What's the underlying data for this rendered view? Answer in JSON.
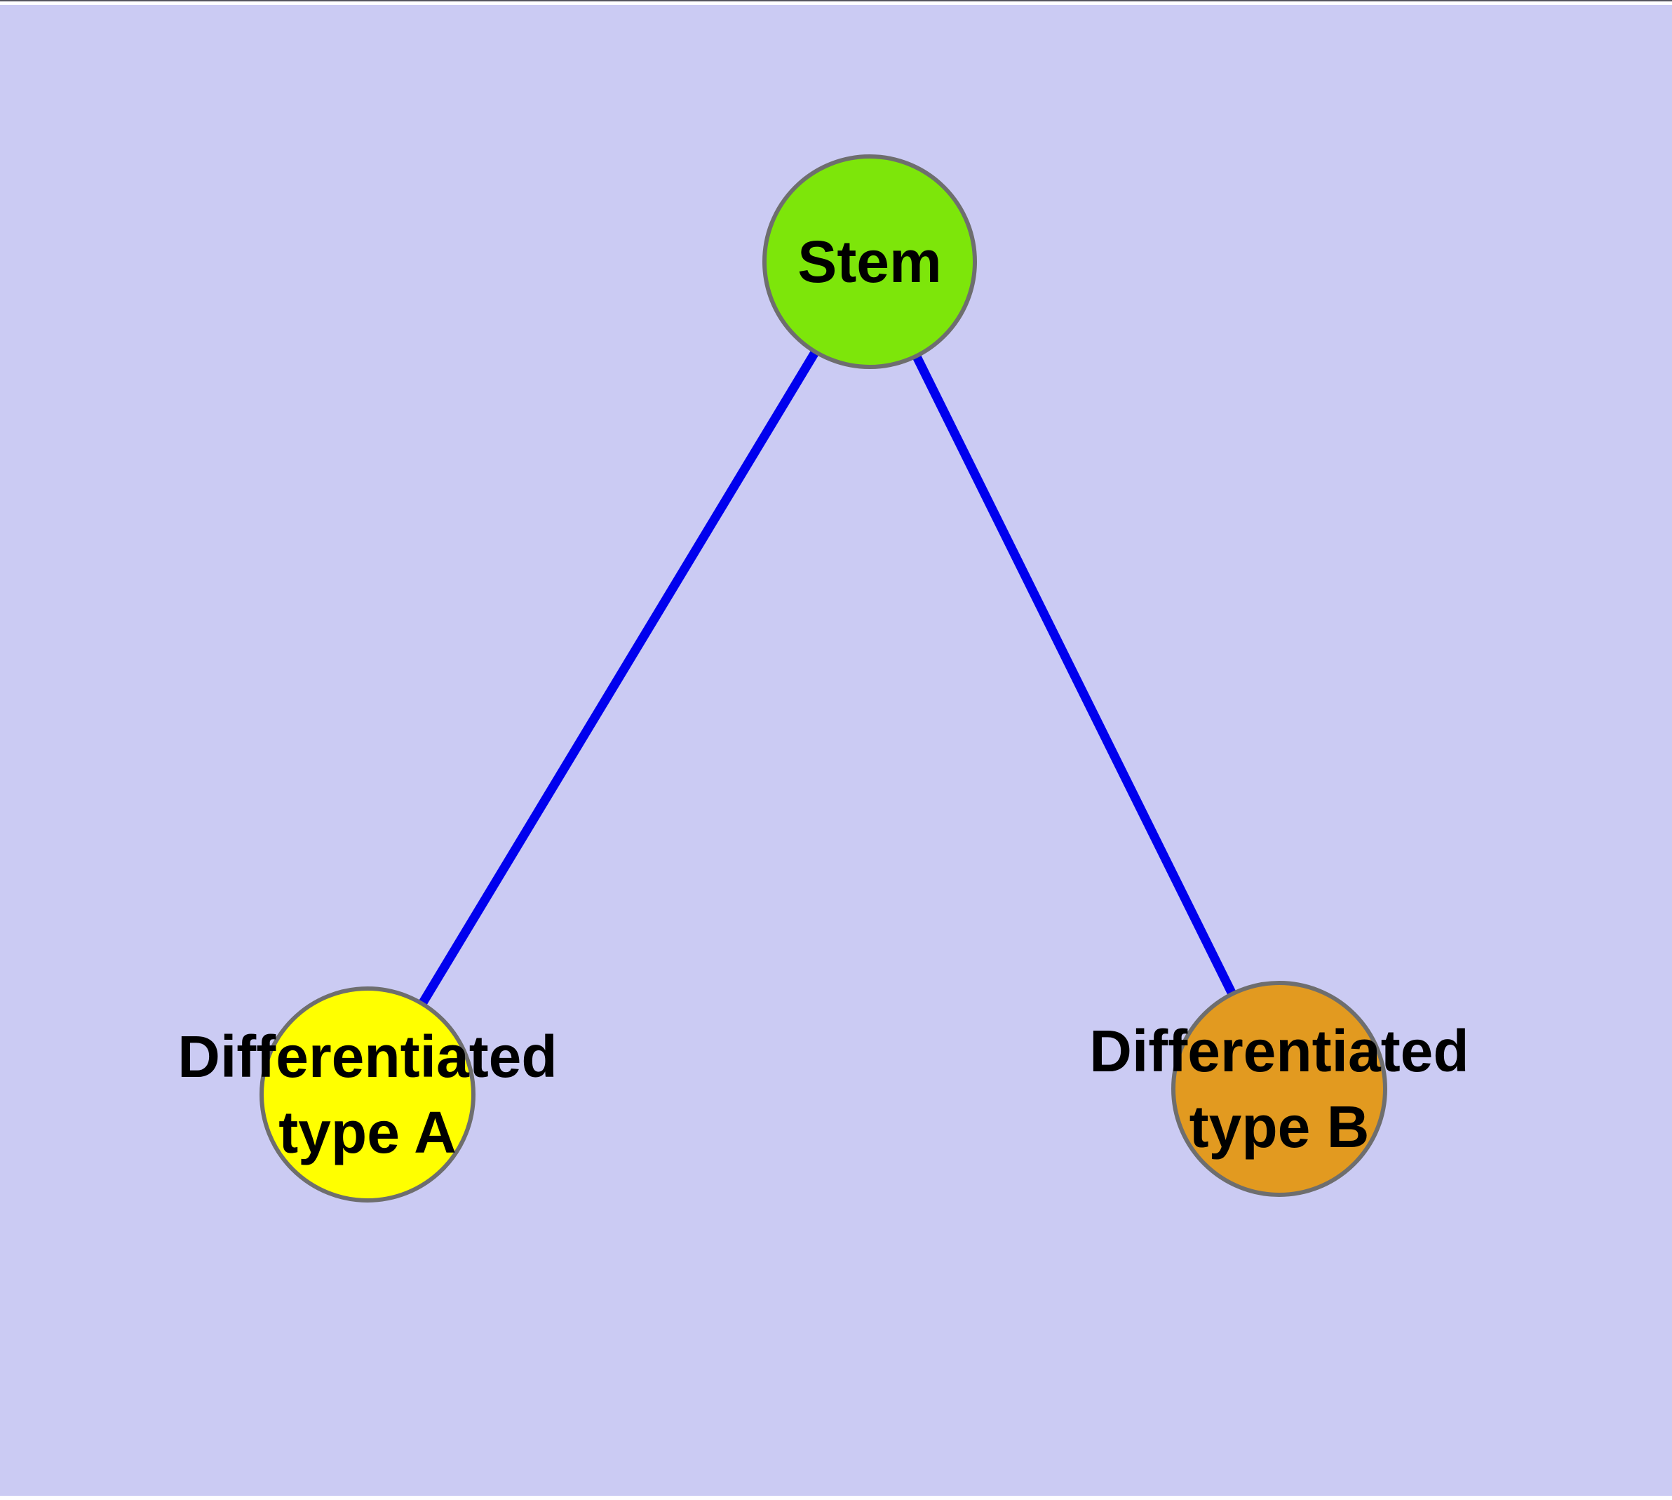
{
  "colors": {
    "page_background": "#FFFFFF",
    "canvas_background": "#CBCBF3",
    "top_border_line": "#55555D",
    "edge": "#0000EE",
    "node_border": "#6E6E6E",
    "label_text": "#000000"
  },
  "diagram": {
    "type": "graph",
    "nodes": [
      {
        "id": "stem",
        "label": "Stem",
        "label_lines": [
          "Stem"
        ],
        "fill": "#7DE60A"
      },
      {
        "id": "differentiated-type-a",
        "label": "Differentiated type A",
        "label_lines": [
          "Differentiated",
          "type A"
        ],
        "fill": "#FFFF00"
      },
      {
        "id": "differentiated-type-b",
        "label": "Differentiated type B",
        "label_lines": [
          "Differentiated",
          "type B"
        ],
        "fill": "#E29A20"
      }
    ],
    "edges": [
      {
        "from": "stem",
        "to": "differentiated-type-a"
      },
      {
        "from": "stem",
        "to": "differentiated-type-b"
      }
    ]
  }
}
